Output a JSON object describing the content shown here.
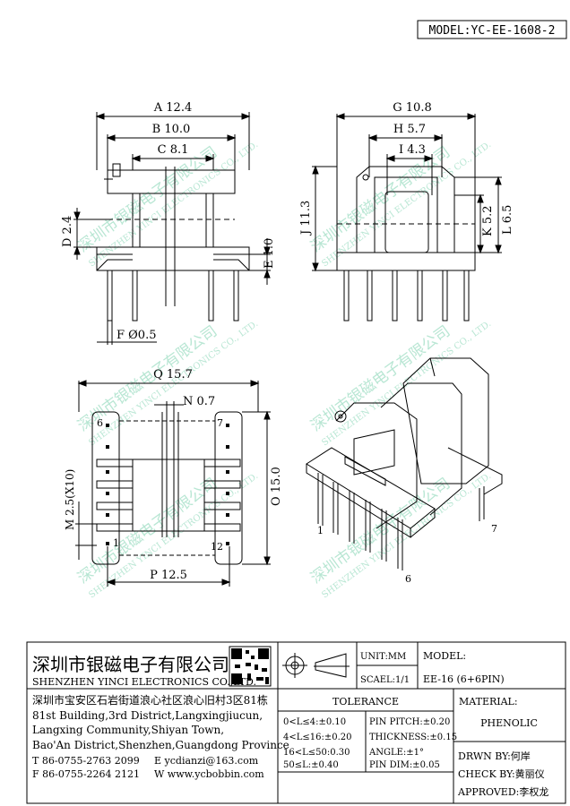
{
  "model_header": "MODEL:YC-EE-1608-2",
  "dimensions": {
    "A": "A 12.4",
    "B": "B 10.0",
    "C": "C 8.1",
    "D": "D 2.4",
    "E": "E 1.0",
    "F": "F Ø0.5",
    "G": "G 10.8",
    "H": "H 5.7",
    "I": "I 4.3",
    "J": "J 11.3",
    "K": "K 5.2",
    "L": "L 6.5",
    "Q": "Q 15.7",
    "N": "N 0.7",
    "O": "O 15.0",
    "M": "M 2.5(X10)",
    "P": "P 12.5"
  },
  "pin_labels": {
    "p1": "1",
    "p6": "6",
    "p7": "7",
    "p12": "12",
    "iso1": "1",
    "iso6": "6",
    "iso7": "7"
  },
  "watermark": {
    "cn": "深圳市银磁电子有限公司",
    "en": "SHENZHEN YINCI ELECTRONICS CO., LTD."
  },
  "title_block": {
    "company_cn": "深圳市银磁电子有限公司",
    "company_en": "SHENZHEN YINCI ELECTRONICS CO.,LTD.",
    "address": [
      "深圳市宝安区石岩街道浪心社区浪心旧村3区81栋",
      "81st Building,3rd District,Langxingjiucun,",
      "Langxing Community,Shiyan Town,",
      "Bao'An District,Shenzhen,Guangdong Province"
    ],
    "tel": "T 86-0755-2763 2099",
    "email": "E ycdianzi@163.com",
    "fax": "F 86-0755-2264 2121",
    "web": "W www.ycbobbin.com",
    "unit": "UNIT:MM",
    "scale": "SCAEL:1/1",
    "model_label": "MODEL:",
    "model_value": "EE-16 (6+6PIN)",
    "tolerance_title": "TOLERANCE",
    "tolerance_left": [
      "0<L≤4:±0.10",
      "4<L≤16:±0.20",
      "16<L≤50:0.30",
      "50≤L:±0.40"
    ],
    "tolerance_right": [
      "PIN PITCH:±0.20",
      "THICKNESS:±0.15",
      "ANGLE:±1°",
      "PIN DIM:±0.05"
    ],
    "material_label": "MATERIAL:",
    "material_value": "PHENOLIC",
    "drawn": "DRWN BY:何岸",
    "check": "CHECK BY:黄丽仪",
    "approved": "APPROVED:李权龙"
  }
}
